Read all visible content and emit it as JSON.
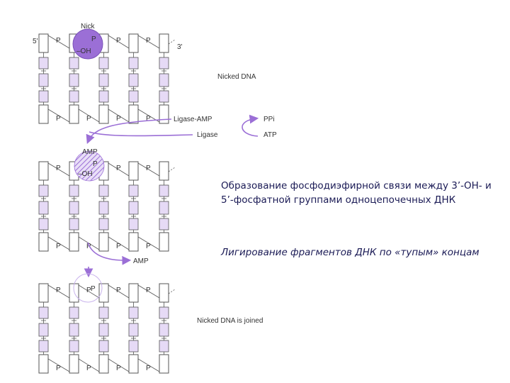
{
  "diagram": {
    "nick": "Nick",
    "p": "P",
    "oh": "–OH",
    "p_bond": "P",
    "five_prime": "5'",
    "three_prime": "3'",
    "nicked_dna": "Nicked DNA",
    "ligase_amp": "Ligase-AMP",
    "ligase": "Ligase",
    "ppi": "PPi",
    "atp": "ATP",
    "amp_enzyme": "AMP",
    "amp_released": "AMP",
    "joined": "Nicked DNA is joined",
    "colors": {
      "purple": "#9b6fd6",
      "purple_light": "#e6daf6",
      "line": "#555555"
    }
  },
  "text": {
    "paragraph_1": "Образование фосфодиэфирной связи между 3’-OH- и 5’-фосфатной группами одноцепочечных ДНК",
    "paragraph_2": "Лигирование фрагментов ДНК по «тупым» концам"
  }
}
